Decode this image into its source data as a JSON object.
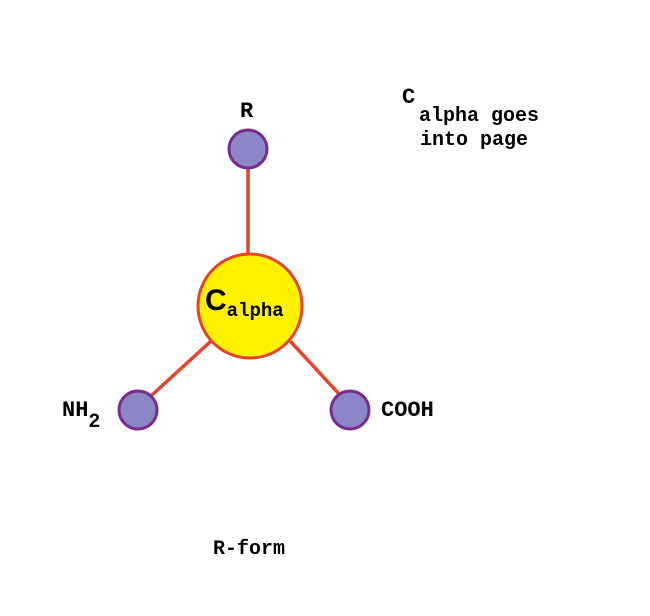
{
  "center": {
    "main": "C",
    "sub": "alpha"
  },
  "substituents": {
    "r": {
      "label": "R"
    },
    "nh2": {
      "label": "NH",
      "sub": "2"
    },
    "cooh": {
      "label": "COOH"
    }
  },
  "note": {
    "c": "C",
    "line1": "alpha goes",
    "line2": "into page"
  },
  "caption": "R-form",
  "colors": {
    "bond": "#e8432b",
    "atom_fill": "#8b86c5",
    "atom_stroke": "#7a2b8e",
    "center_fill": "#fff200",
    "center_stroke": "#e8432b",
    "text": "#000000"
  }
}
